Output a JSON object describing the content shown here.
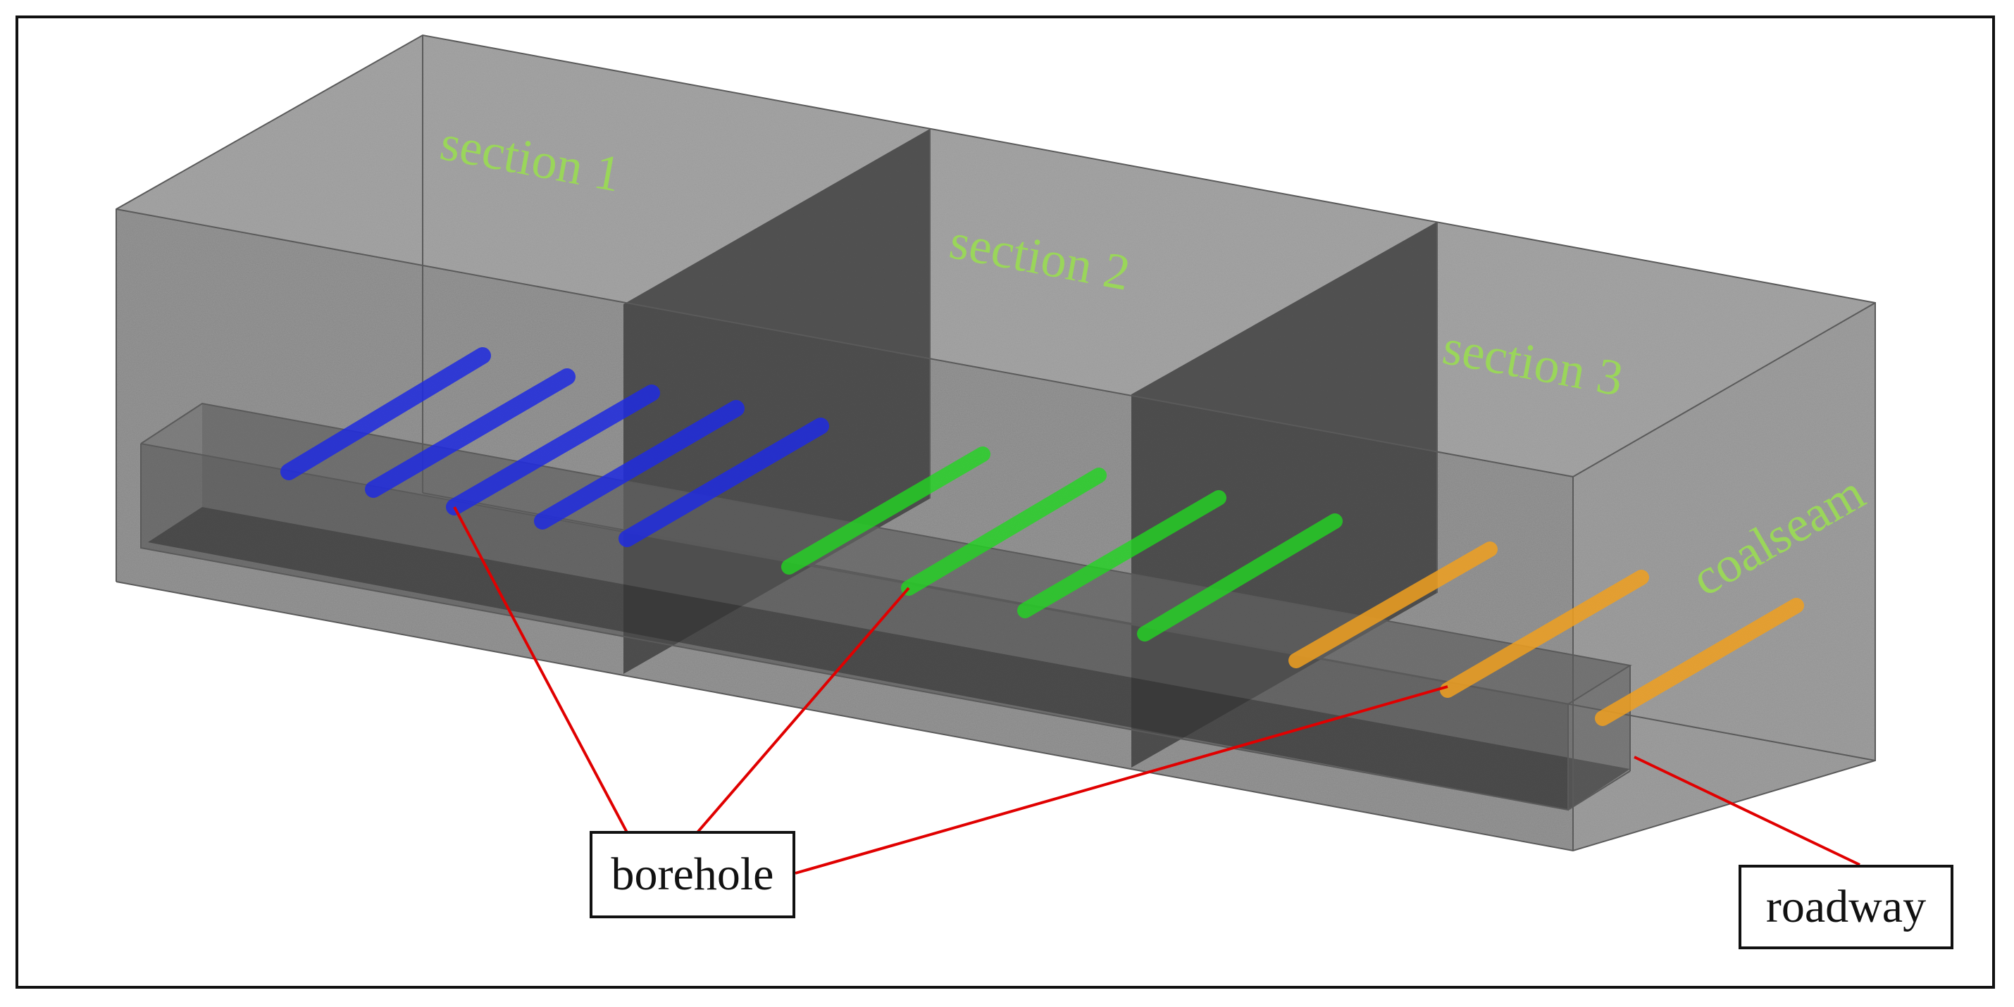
{
  "labels": {
    "section_1": "section 1",
    "section_2": "section 2",
    "section_3": "section 3",
    "coalseam": "coalseam",
    "borehole": "borehole",
    "roadway": "roadway"
  },
  "colors": {
    "label_green": "#9ad65a",
    "section_1_boreholes": "#1f2be0",
    "section_2_boreholes": "#22d622",
    "section_3_boreholes": "#f0a020",
    "leader_lines": "#e00000",
    "rock": "#8c8c8c"
  },
  "borehole_counts": {
    "section_1": 5,
    "section_2": 4,
    "section_3": 3
  }
}
